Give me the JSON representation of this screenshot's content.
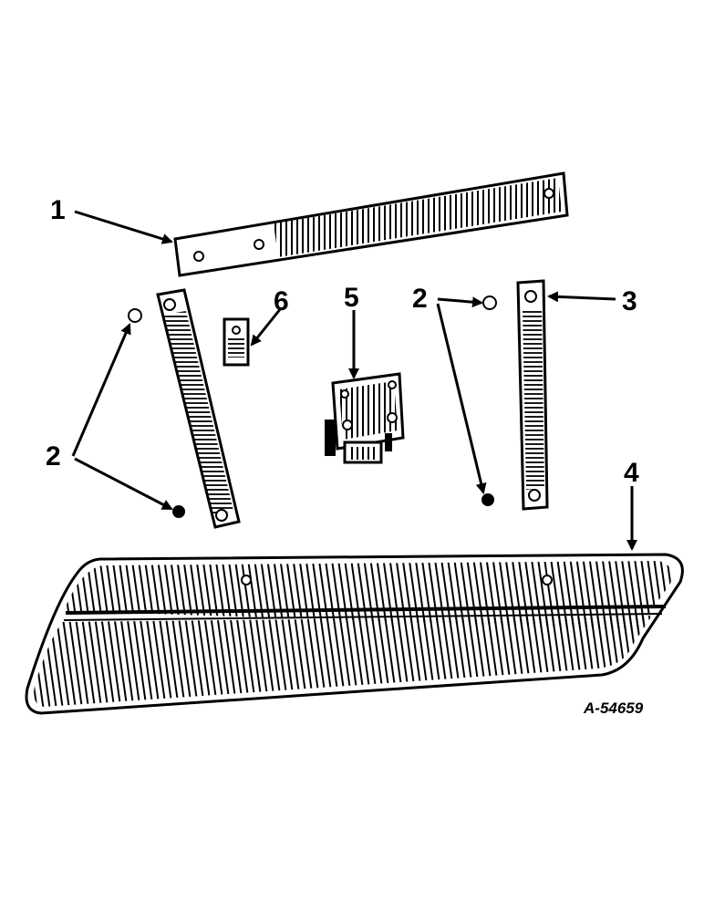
{
  "drawing_id": "A-54659",
  "callouts": [
    {
      "id": "1",
      "part": "upper-strip"
    },
    {
      "id": "2",
      "part": "bolt-left"
    },
    {
      "id": "2",
      "part": "bolt-right"
    },
    {
      "id": "3",
      "part": "right-vertical-strip"
    },
    {
      "id": "4",
      "part": "guard-plate"
    },
    {
      "id": "5",
      "part": "bracket-clamp"
    },
    {
      "id": "6",
      "part": "small-clip"
    }
  ],
  "colors": {
    "ink": "#000000",
    "paper": "#ffffff"
  }
}
